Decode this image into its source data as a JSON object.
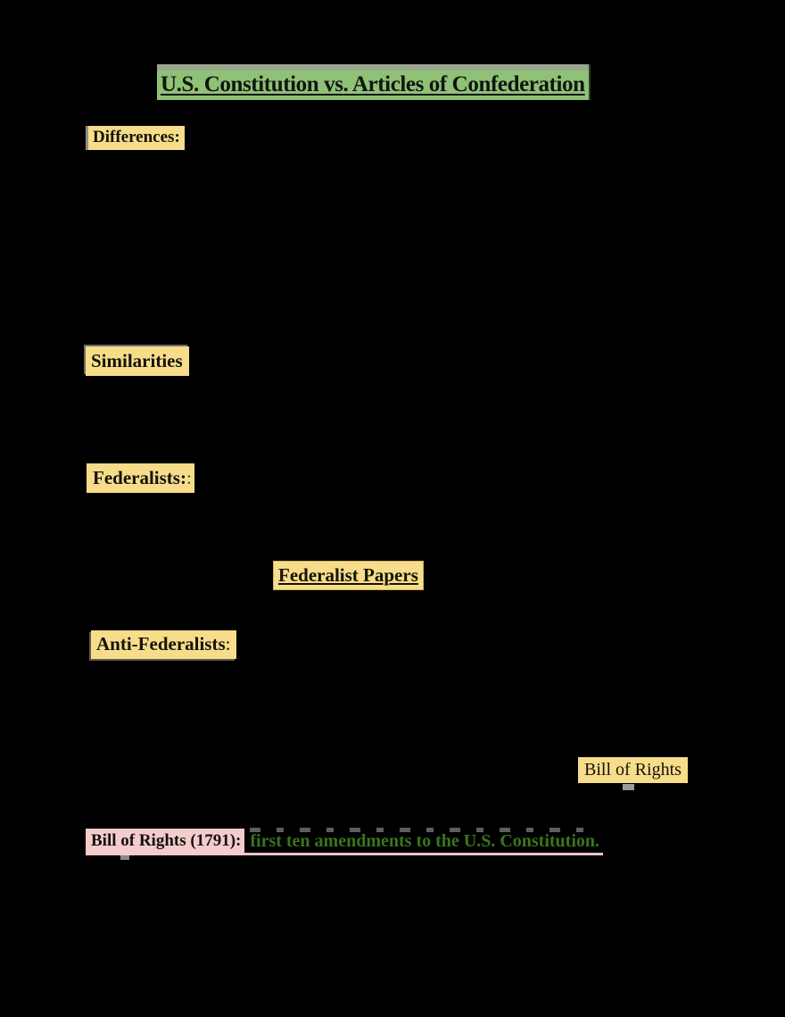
{
  "title": {
    "text": "U.S. Constitution vs. Articles of Confederation"
  },
  "sections": {
    "differences": {
      "label": "Differences:"
    },
    "similarities": {
      "label": "Similarities"
    },
    "federalists": {
      "label": "Federalists:",
      "trailing_colon": ":"
    },
    "federalist_papers": {
      "label": "Federalist Papers"
    },
    "anti_federalists": {
      "label": "Anti-Federalists",
      "colon": ":"
    },
    "bill_of_rights": {
      "label": "Bill of Rights"
    }
  },
  "definition": {
    "term": "Bill of Rights (1791):",
    "text": "first ten amendments to the U.S. Constitution."
  },
  "colors": {
    "page_background": "#000000",
    "title_highlight_green": "#8fc177",
    "title_highlight_top_gray": "#9aa68d",
    "heading_highlight_yellow": "#f7dd8a",
    "definition_term_highlight_pink": "#f4cccc",
    "definition_text_green": "#38761d",
    "body_text": "#111111"
  }
}
